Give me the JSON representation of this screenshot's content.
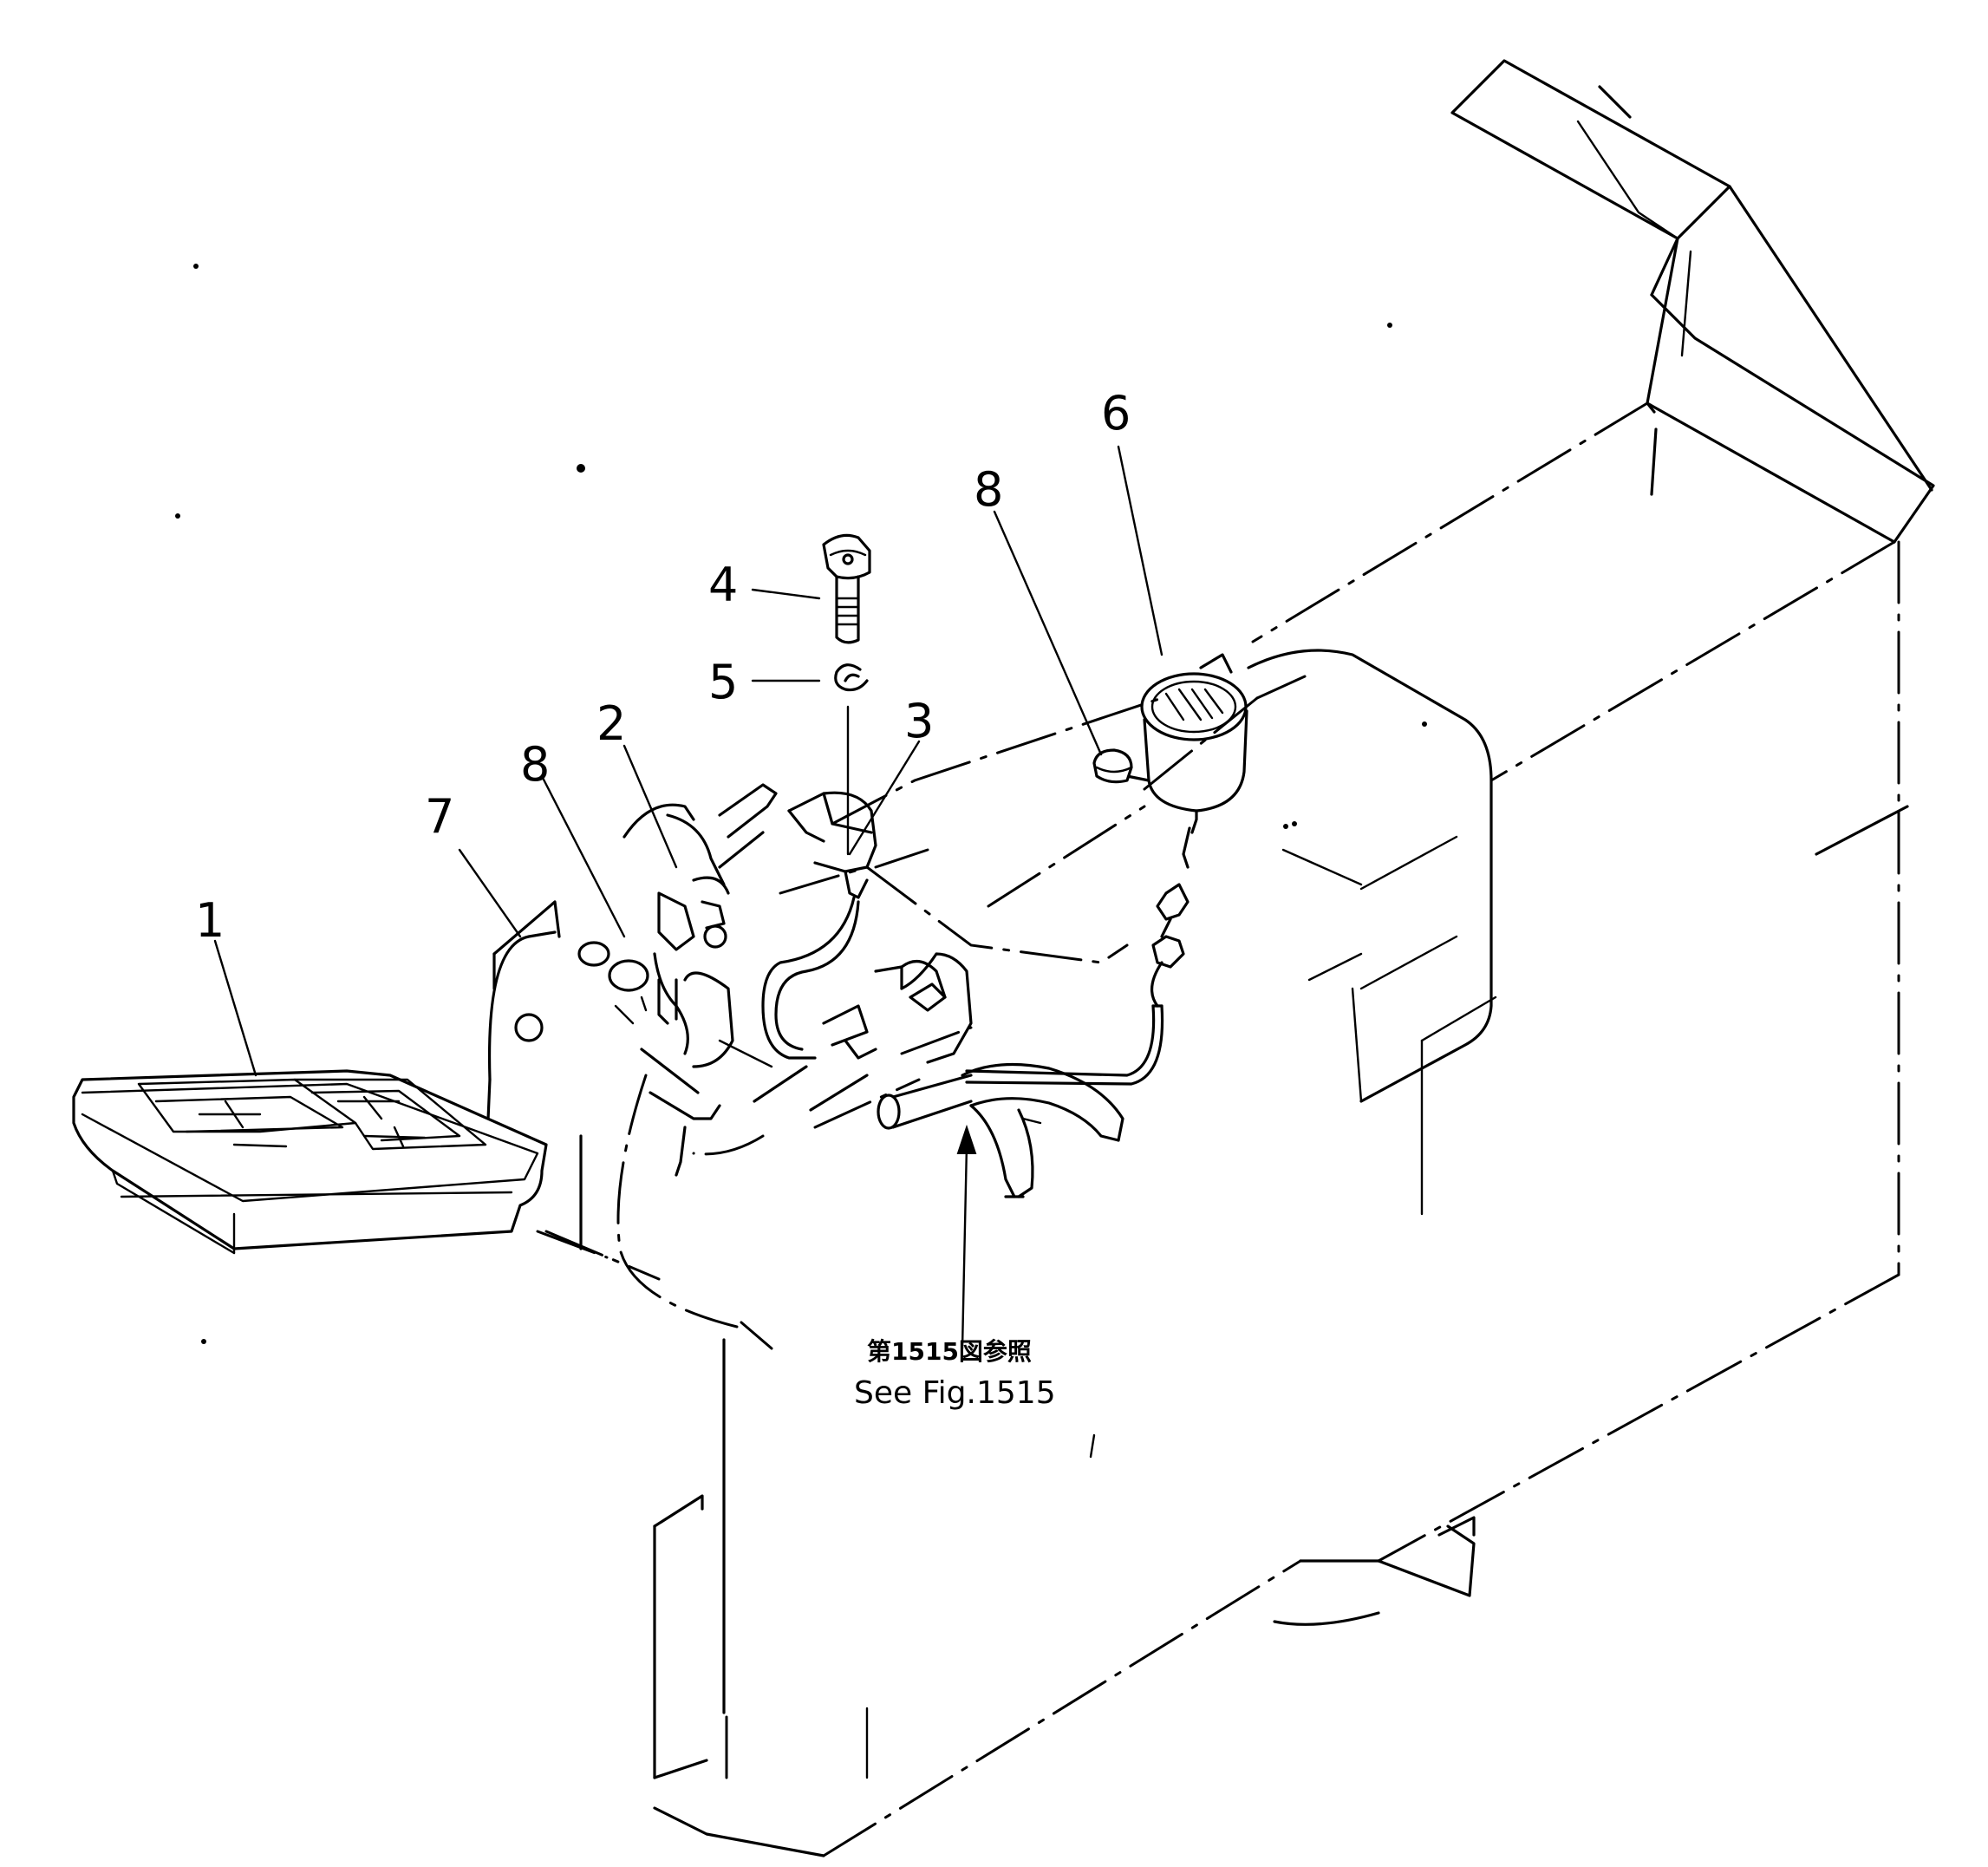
{
  "callouts": [
    {
      "id": "1",
      "label": "1"
    },
    {
      "id": "2",
      "label": "2"
    },
    {
      "id": "3",
      "label": "3"
    },
    {
      "id": "4",
      "label": "4"
    },
    {
      "id": "5",
      "label": "5"
    },
    {
      "id": "6",
      "label": "6"
    },
    {
      "id": "7",
      "label": "7"
    },
    {
      "id": "8a",
      "label": "8"
    },
    {
      "id": "8b",
      "label": "8"
    }
  ],
  "reference_note": {
    "japanese": "第1515図参照",
    "english": "See Fig.1515"
  }
}
